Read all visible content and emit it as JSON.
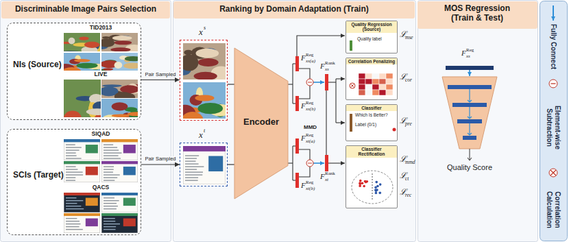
{
  "diagram": {
    "nodes": [
      {
        "text": [
          "Discriminable Image Pairs Selection"
        ]
      },
      {
        "text": [
          "NIs (Source)"
        ]
      },
      {
        "text": [
          "TID2013"
        ],
        "in": 1
      },
      {
        "text": [
          "LIVE"
        ],
        "in": 1
      },
      {
        "text": [
          "SCIs (Target)"
        ]
      },
      {
        "text": [
          "SIQAD"
        ],
        "in": 4
      },
      {
        "text": [
          "QACS"
        ],
        "in": 4
      },
      {
        "text": [
          "Ranking by Domain Adaptation (Train)"
        ]
      },
      {
        "text": [
          "x",
          "s"
        ]
      },
      {
        "text": [
          "x",
          "t"
        ]
      },
      {
        "text": [
          "Encoder"
        ]
      },
      {
        "text": [
          "Quality Regression (Source)",
          "Quality label"
        ]
      },
      {
        "text": [
          "Correlation Penalizing"
        ]
      },
      {
        "text": [
          "Classifier",
          "Which Is Better?",
          "Label (0/1)"
        ]
      },
      {
        "text": [
          "Classifier Rectification"
        ]
      },
      {
        "text": [
          "MOS Regression (Train & Test)"
        ]
      },
      {
        "text": [
          "Quality Score"
        ]
      }
    ],
    "edges": [
      {
        "from": 1,
        "to": 8,
        "label": "Pair Sampled",
        "arrow": "to"
      },
      {
        "from": 4,
        "to": 9,
        "label": "Pair Sampled",
        "arrow": "to"
      },
      {
        "from": 8,
        "to": 10,
        "arrow": "none"
      },
      {
        "from": 9,
        "to": 10,
        "arrow": "none"
      }
    ],
    "labels": [
      "F",
      "Reg",
      "xs(a)",
      "F",
      "Reg",
      "xs(b)",
      "F",
      "Rank",
      "xs",
      "MMD",
      "F",
      "Reg",
      "xt(a)",
      "F",
      "Reg",
      "xt(b)",
      "F",
      "Rank",
      "xt",
      "ℒ",
      "mse",
      "ℒ",
      "cor",
      "ℒ",
      "pre",
      "ℒ",
      "mmd",
      "ℒ",
      "ct",
      "ℒ",
      "rec",
      "F",
      "Reg",
      "xs"
    ],
    "legend": [
      {
        "text": "Fully Connect"
      },
      {
        "text": "Element-wise Subtraction"
      },
      {
        "text": "Correlation Calculation"
      }
    ]
  }
}
